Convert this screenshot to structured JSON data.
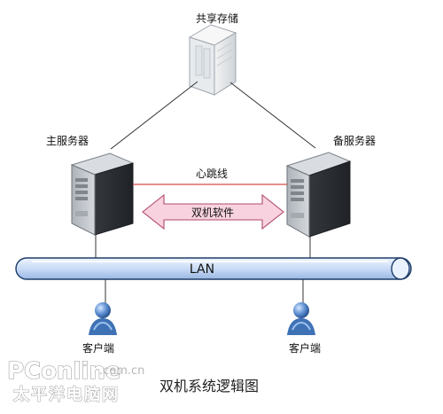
{
  "diagram": {
    "shared_storage_label": "共享存储",
    "primary_server_label": "主服务器",
    "backup_server_label": "备服务器",
    "heartbeat_label": "心跳线",
    "dual_machine_software_label": "双机软件",
    "lan_label": "LAN",
    "client_left_label": "客户端",
    "client_right_label": "客户端",
    "caption": "双机系统逻辑图"
  },
  "watermark": {
    "brand": "PConline",
    "domain": ".com.cn",
    "cn": "太平洋电脑网"
  },
  "colors": {
    "heartbeat_line": "#d94b4b",
    "arrow_fill": "#f8d2df",
    "arrow_stroke": "#b04a6a",
    "lan_fill": "#cfe0f8",
    "lan_stroke": "#1e3c68",
    "server_dark": "#2a2d31",
    "client_blue": "#3f72b5"
  }
}
